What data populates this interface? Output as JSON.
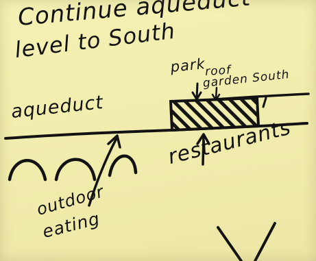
{
  "note": {
    "title_line1": "Continue aqueduct",
    "title_line2": "level to South",
    "aqueduct_label": "aqueduct",
    "park_label": "park",
    "roof_label": "roof",
    "garden_label": "garden South",
    "restaurants_label": "restaurants",
    "outdoor_label": "outdoor",
    "eating_label": "eating"
  },
  "colors": {
    "paper": "#f1edae",
    "ink": "#121212"
  }
}
